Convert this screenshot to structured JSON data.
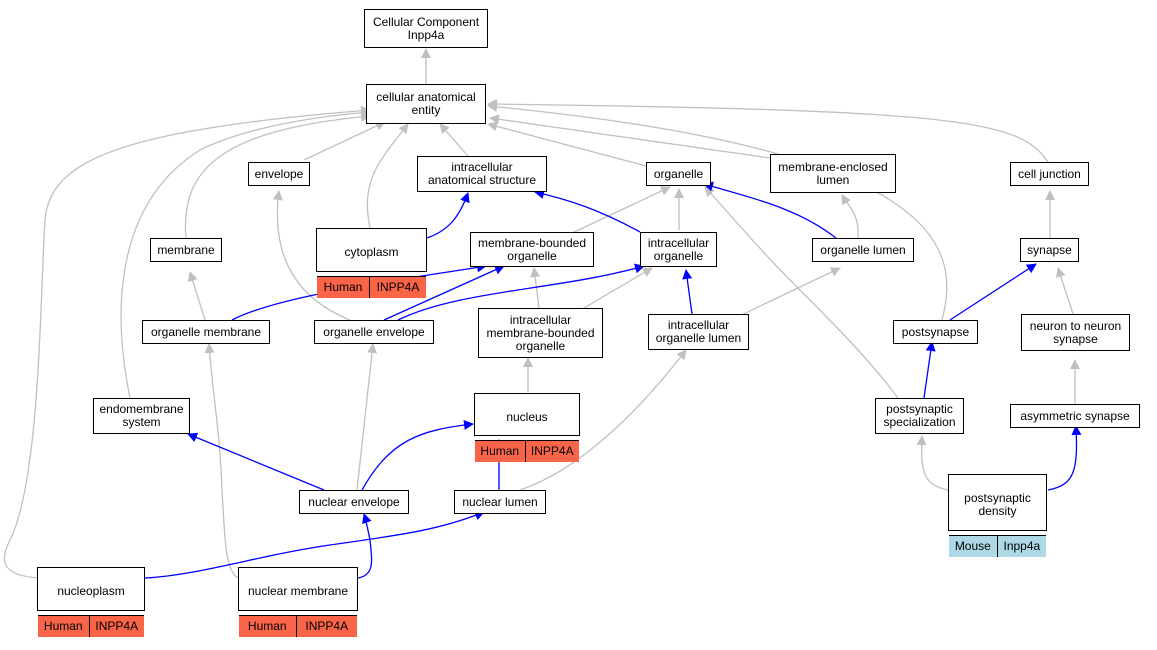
{
  "colors": {
    "gray_edge": "#c0c0c0",
    "blue_edge": "#0000ff",
    "human": "#fa6448",
    "mouse": "#add8e6"
  },
  "nodes": {
    "root": "Cellular Component\nInpp4a",
    "cae": "cellular anatomical\nentity",
    "envelope": "envelope",
    "ias": "intracellular\nanatomical structure",
    "organelle": "organelle",
    "mel": "membrane-enclosed\nlumen",
    "celljunction": "cell junction",
    "membrane": "membrane",
    "cytoplasm": {
      "label": "cytoplasm",
      "species": "Human",
      "gene": "INPP4A"
    },
    "mbo": "membrane-bounded\norganelle",
    "io": "intracellular\norganelle",
    "ol": "organelle lumen",
    "synapse": "synapse",
    "om": "organelle membrane",
    "oe": "organelle envelope",
    "imbo": "intracellular\nmembrane-bounded\norganelle",
    "iol": "intracellular\norganelle lumen",
    "postsynapse": "postsynapse",
    "n2n": "neuron to neuron\nsynapse",
    "nucleus": {
      "label": "nucleus",
      "species": "Human",
      "gene": "INPP4A"
    },
    "endo": "endomembrane\nsystem",
    "pss": "postsynaptic\nspecialization",
    "asym": "asymmetric synapse",
    "ne": "nuclear envelope",
    "nl": "nuclear lumen",
    "psd": {
      "label": "postsynaptic\ndensity",
      "species": "Mouse",
      "gene": "Inpp4a"
    },
    "nucleoplasm": {
      "label": "nucleoplasm",
      "species": "Human",
      "gene": "INPP4A"
    },
    "nm": {
      "label": "nuclear membrane",
      "species": "Human",
      "gene": "INPP4A"
    }
  }
}
